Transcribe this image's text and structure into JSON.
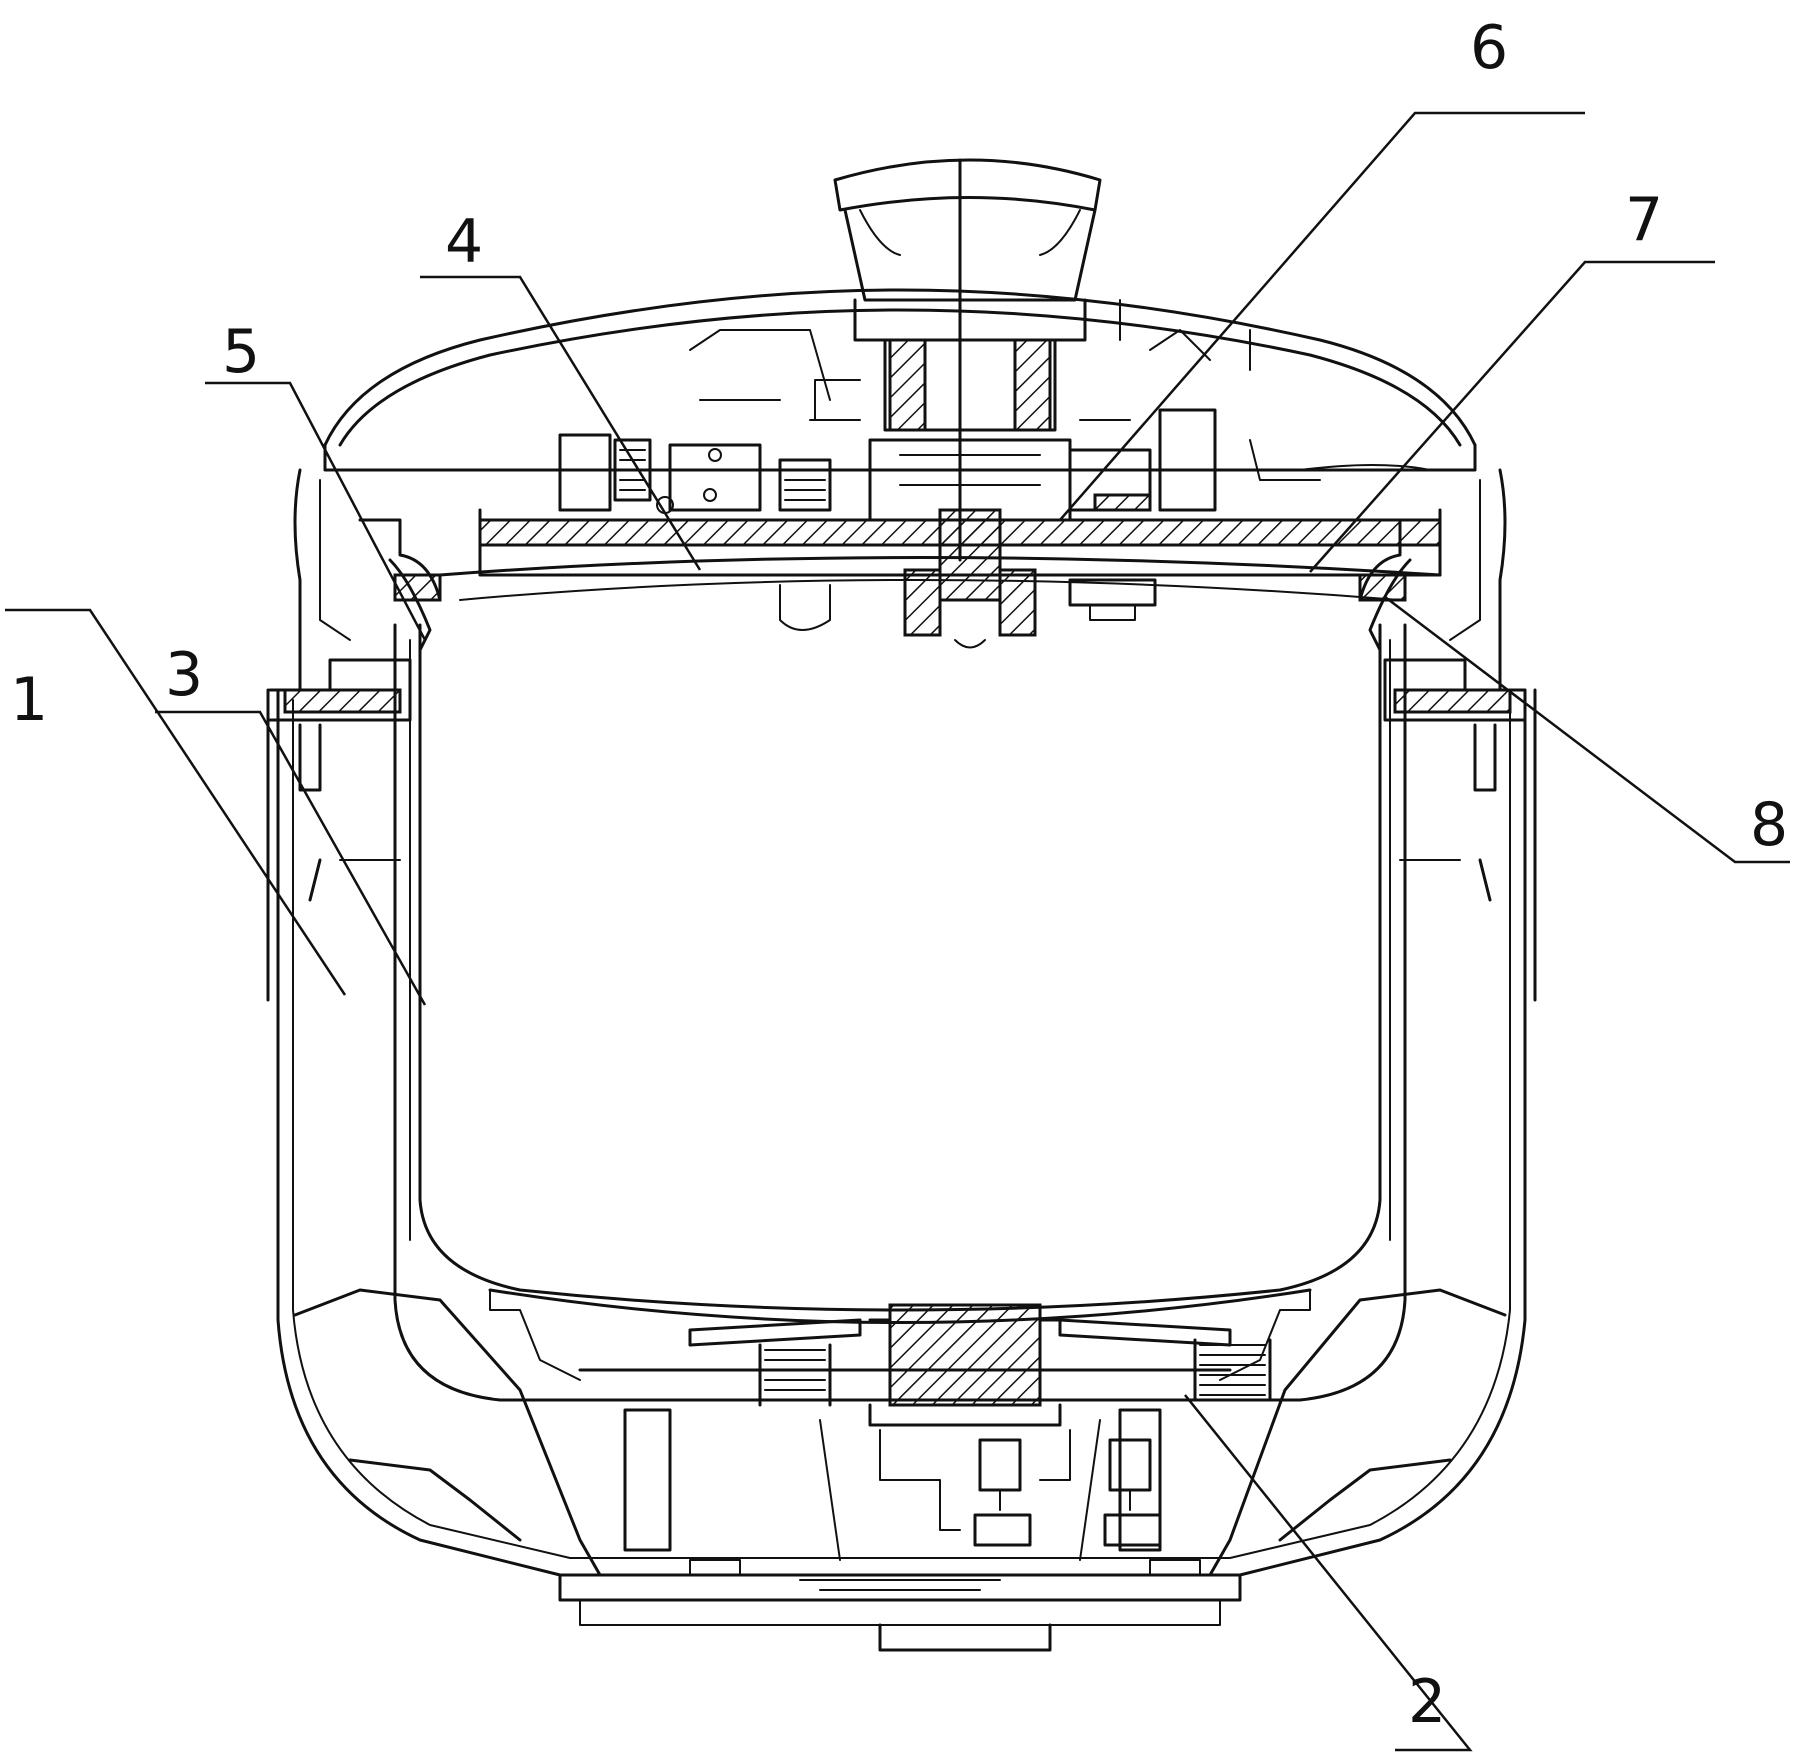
{
  "figure": {
    "callouts": [
      {
        "label": "1"
      },
      {
        "label": "2"
      },
      {
        "label": "3"
      },
      {
        "label": "4"
      },
      {
        "label": "5"
      },
      {
        "label": "6"
      },
      {
        "label": "7"
      },
      {
        "label": "8"
      }
    ]
  },
  "colors": {
    "line": "#111111",
    "background": "#ffffff"
  }
}
